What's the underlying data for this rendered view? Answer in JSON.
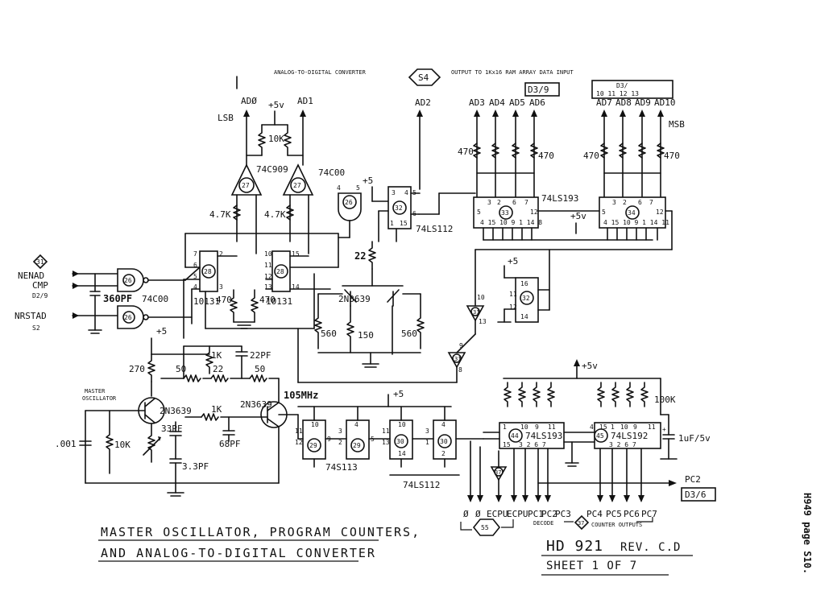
{
  "header": {
    "bus_title": "ANALOG-TO-DIGITAL CONVERTER",
    "bus_ref": "S4",
    "bus_dest": "OUTPUT TO 1Kx16 RAM ARRAY DATA INPUT",
    "ref_d39": "D3/9",
    "ref_d3_top": "D3/",
    "ref_d3_pins": "10   11   12   13"
  },
  "bits": {
    "lsb": "LSB",
    "msb": "MSB",
    "ad0": "ADØ",
    "ad1": "AD1",
    "ad2": "AD2",
    "ad3": "AD3",
    "ad4": "AD4",
    "ad5": "AD5",
    "ad6": "AD6",
    "ad7": "AD7",
    "ad8": "AD8",
    "ad9": "AD9",
    "ad10": "AD10"
  },
  "inputs": {
    "ref31": "31",
    "nenad": "NENAD",
    "cmp": "CMP",
    "cmp_ref": "D2/9",
    "nrstad": "NRSTAD",
    "nrstad_ref": "S2"
  },
  "components": {
    "u27": "27",
    "u27_type": "74C909",
    "u26": "26",
    "u26_type": "74C00",
    "u26_type2": "74C00",
    "u28": "28",
    "u28_type": "10131",
    "u28b_type": "10131",
    "u32": "32",
    "u32_type": "74LS112",
    "u33": "33",
    "u33_type": "74LS193",
    "u34": "34",
    "u31": "31",
    "q_mid": "2N3639",
    "q1": "2N3639",
    "q2": "2N3639",
    "u29": "29",
    "u29_type": "74S113",
    "u30": "30",
    "u30_type": "74LS112",
    "u44": "44",
    "u44_type": "74LS193",
    "u45": "45",
    "u45_type": "74LS192",
    "ref37": "37",
    "ref55": "55"
  },
  "values": {
    "v5": "+5v",
    "v5b": "+5",
    "r10k": "10K",
    "r47k": "4.7K",
    "r470": "470",
    "c360": "360PF",
    "r22": "22",
    "r560": "560",
    "r150": "150",
    "r270": "270",
    "r1k": "1K",
    "r50": "50",
    "c22": "22PF",
    "c33": "33PF",
    "c68": "68PF",
    "c33p": "3.3PF",
    "c001": ".001",
    "freq": "105MHz",
    "r100k": "100K",
    "c1uf": "1uF/5v",
    "master": "MASTER",
    "oscillator": "OSCILLATOR"
  },
  "outputs": {
    "o1": "Ø",
    "o2": "Ø",
    "ecpu": "ECPU",
    "ecpu2": "ECPU",
    "pc1": "PC1",
    "pc2": "PC2",
    "pc3": "PC3",
    "pc4": "PC4",
    "pc5": "PC5",
    "pc6": "PC6",
    "pc7": "PC7",
    "decode": "DECODE",
    "counter_outputs": "COUNTER OUTPUTS",
    "pc2_out": "PC2",
    "d36": "D3/6"
  },
  "footer": {
    "title_line1": "MASTER OSCILLATOR, PROGRAM COUNTERS,",
    "title_line2": "AND ANALOG-TO-DIGITAL CONVERTER",
    "doc_number": "HD 921",
    "revision": "REV. C.D",
    "sheet": "SHEET 1 OF 7",
    "side_note": "H949 page S10."
  }
}
